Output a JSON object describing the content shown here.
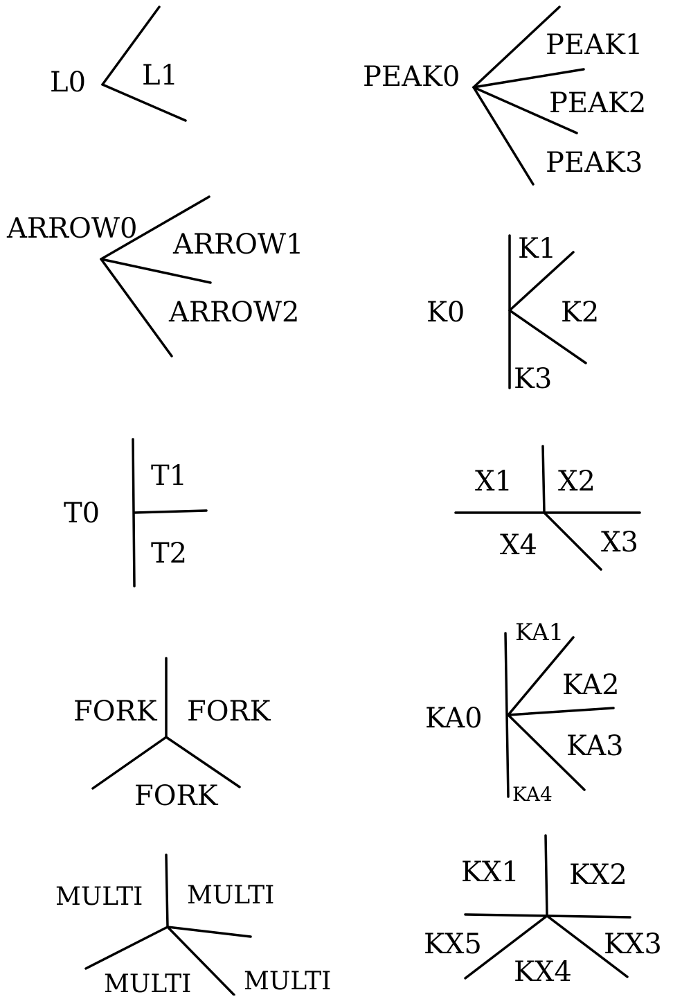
{
  "labels": {
    "l": [
      "L0",
      "L1"
    ],
    "peak": [
      "PEAK0",
      "PEAK1",
      "PEAK2",
      "PEAK3"
    ],
    "arrow": [
      "ARROW0",
      "ARROW1",
      "ARROW2"
    ],
    "k": [
      "K0",
      "K1",
      "K2",
      "K3"
    ],
    "t": [
      "T0",
      "T1",
      "T2"
    ],
    "x": [
      "X1",
      "X2",
      "X4",
      "X3"
    ],
    "fork": [
      "FORK",
      "FORK",
      "FORK"
    ],
    "ka": [
      "KA0",
      "KA1",
      "KA2",
      "KA3",
      "KA4"
    ],
    "multi": [
      "MULTI",
      "MULTI",
      "MULTI",
      "MULTI"
    ],
    "kx": [
      "KX1",
      "KX2",
      "KX5",
      "KX4",
      "KX3"
    ]
  }
}
